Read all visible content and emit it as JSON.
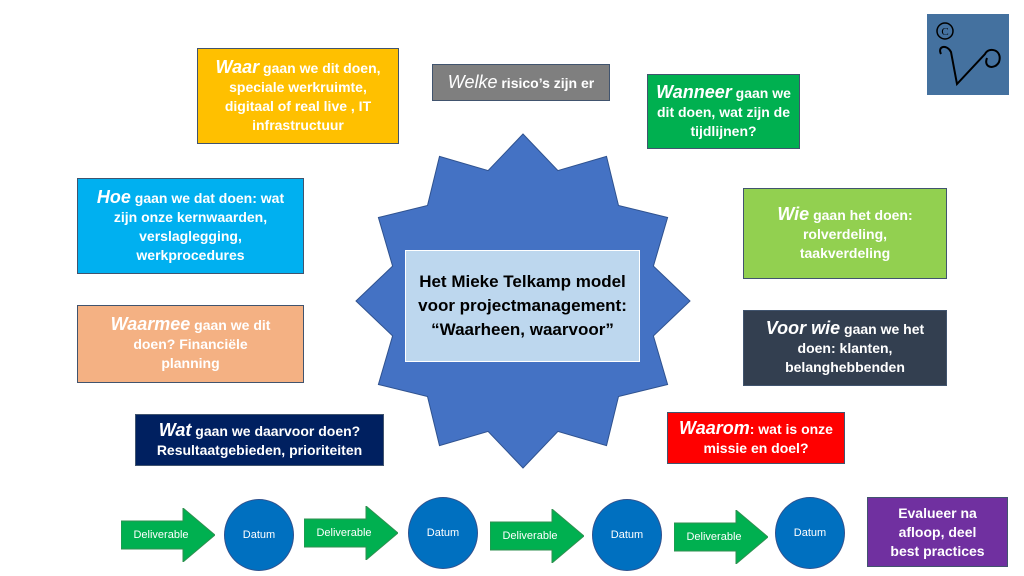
{
  "center": {
    "title": "Het Mieke Telkamp model voor projectmanagement: “Waarheen, waarvoor”"
  },
  "boxes": {
    "waar": {
      "key": "Waar",
      "text": " gaan we dit doen, speciale werkruimte, digitaal of real live , IT infrastructuur",
      "color": "#ffc000"
    },
    "welke": {
      "key": "Welke",
      "text": " risico’s zijn er",
      "color": "#7f7f7f"
    },
    "wanneer": {
      "key": "Wanneer",
      "text": " gaan we dit doen, wat zijn de tijdlijnen?",
      "color": "#00b050"
    },
    "hoe": {
      "key": "Hoe",
      "text": " gaan we dat doen: wat zijn onze kernwaarden, verslaglegging, werkprocedures",
      "color": "#00b0f0"
    },
    "wie": {
      "key": "Wie",
      "text": " gaan het doen: rolverdeling, taakverdeling",
      "color": "#92d050"
    },
    "waarmee": {
      "key": "Waarmee",
      "text": " gaan we dit doen? Financiële planning",
      "color": "#f4b183"
    },
    "voorwie": {
      "key": "Voor wie",
      "text": " gaan we het doen: klanten, belanghebbenden",
      "color": "#333f50"
    },
    "wat": {
      "key": "Wat",
      "text": " gaan we daarvoor doen? Resultaatgebieden, prioriteiten",
      "color": "#002060"
    },
    "waarom": {
      "key": "Waarom",
      "text": ": wat is onze missie en doel?",
      "color": "#ff0000"
    },
    "evalueer": {
      "key": "",
      "text": "Evalueer na afloop, deel best practices",
      "color": "#7030a0"
    }
  },
  "timeline": {
    "steps": [
      {
        "arrow": "Deliverable",
        "circle": "Datum"
      },
      {
        "arrow": "Deliverable",
        "circle": "Datum"
      },
      {
        "arrow": "Deliverable",
        "circle": "Datum"
      },
      {
        "arrow": "Deliverable",
        "circle": "Datum"
      }
    ]
  },
  "logo": {
    "text": "©V"
  }
}
